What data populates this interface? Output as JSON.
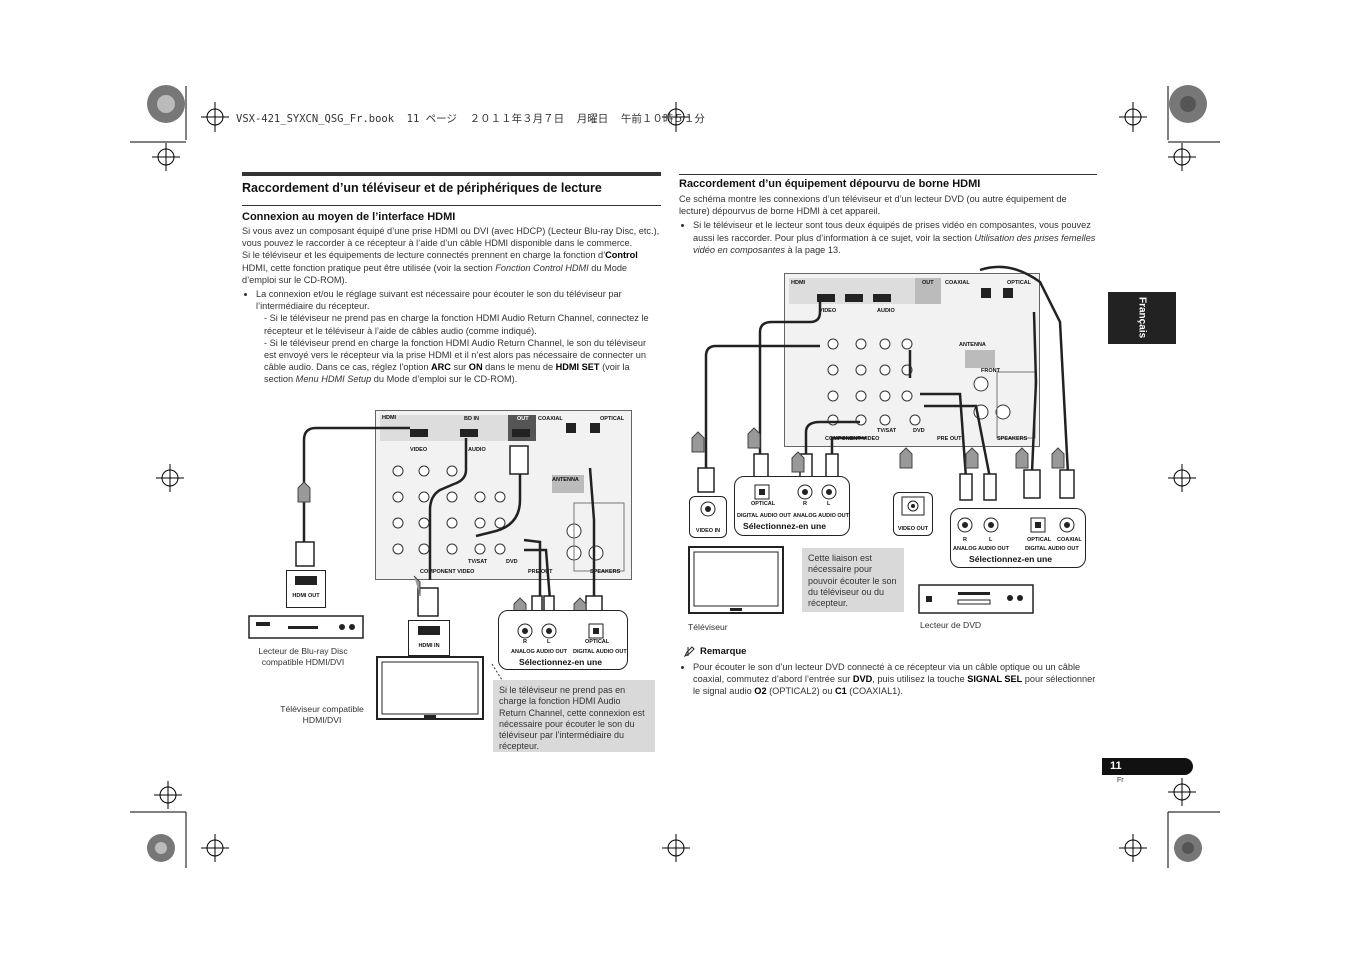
{
  "header": {
    "book_line": "VSX-421_SYXCN_QSG_Fr.book  11 ページ  ２０１１年３月７日  月曜日  午前１０時５１分"
  },
  "side_tab": {
    "label": "Français"
  },
  "footer": {
    "page_number": "11",
    "lang_code": "Fr"
  },
  "left": {
    "section_title": "Raccordement d’un téléviseur et de périphériques de lecture",
    "sub_title": "Connexion au moyen de l’interface HDMI",
    "para1": "Si vous avez un composant équipé d’une prise HDMI ou DVI (avec HDCP) (Lecteur Blu-ray Disc, etc.), vous pouvez le raccorder à ce récepteur à l’aide d’un câble HDMI disponible dans le commerce.",
    "para2_a": "Si le téléviseur et les équipements de lecture connectés prennent en charge la fonction d’",
    "para2_bold": "Control",
    "para2_b": " HDMI, cette fonction pratique peut être utilisée (voir la section ",
    "para2_italic": "Fonction Control HDMI",
    "para2_c": " du Mode d’emploi sur le CD-ROM).",
    "bullet1": "La connexion et/ou le réglage suivant est nécessaire pour écouter le son du téléviseur par l’intermédiaire du récepteur.",
    "dash1": "- Si le téléviseur ne prend pas en charge la fonction HDMI Audio Return Channel, connectez le récepteur et le téléviseur à l’aide de câbles audio (comme indiqué).",
    "dash2_a": "- Si le téléviseur prend en charge la fonction HDMI Audio Return Channel, le son du téléviseur est envoyé vers le récepteur via la prise HDMI et il n’est alors pas nécessaire de connecter un câble audio. Dans ce cas, réglez l’option ",
    "dash2_b1": "ARC",
    "dash2_b": " sur ",
    "dash2_b2": "ON",
    "dash2_c": " dans le menu de ",
    "dash2_b3": "HDMI SET",
    "dash2_d": " (voir la section ",
    "dash2_i": "Menu HDMI Setup",
    "dash2_e": " du Mode d’emploi sur le CD-ROM).",
    "diagram": {
      "hdmi_out": "HDMI OUT",
      "hdmi_in": "HDMI IN",
      "analog_out": "ANALOG AUDIO OUT",
      "digital_out": "DIGITAL AUDIO OUT",
      "optical": "OPTICAL",
      "r": "R",
      "l": "L",
      "select_one": "Sélectionnez-en une",
      "bluray_caption": "Lecteur de Blu-ray Disc compatible HDMI/DVI",
      "tv_caption": "Téléviseur compatible HDMI/DVI",
      "note": "Si le téléviseur ne prend pas en charge la fonction HDMI Audio Return Channel, cette connexion est nécessaire pour écouter le son du téléviseur par l’intermédiaire du récepteur.",
      "panel_hdmi": "HDMI",
      "panel_video": "VIDEO",
      "panel_audio": "AUDIO",
      "panel_coaxial": "COAXIAL",
      "panel_optical": "OPTICAL",
      "panel_antenna": "ANTENNA",
      "panel_component": "COMPONENT VIDEO",
      "panel_preout": "PRE OUT",
      "panel_speakers": "SPEAKERS",
      "panel_out": "OUT",
      "panel_tvsat": "TV/SAT",
      "panel_dvd": "DVD",
      "panel_bdin": "BD IN"
    }
  },
  "right": {
    "section_title": "Raccordement d’un équipement dépourvu de borne HDMI",
    "para1": "Ce schéma montre les connexions d’un téléviseur et d’un lecteur DVD (ou autre équipement de lecture) dépourvus de borne HDMI à cet appareil.",
    "bullet1_a": "Si le téléviseur et le lecteur sont tous deux équipés de prises vidéo en composantes, vous pouvez aussi les raccorder. Pour plus d’information à ce sujet, voir la section ",
    "bullet1_i": "Utilisation des prises femelles vidéo en composantes",
    "bullet1_b": " à la page 13.",
    "diagram": {
      "video_in": "VIDEO IN",
      "video_out": "VIDEO OUT",
      "optical": "OPTICAL",
      "coaxial": "COAXIAL",
      "digital_out": "DIGITAL AUDIO OUT",
      "analog_out": "ANALOG AUDIO OUT",
      "r": "R",
      "l": "L",
      "select_one_a": "Sélectionnez-en une",
      "select_one_b": "Sélectionnez-en une",
      "note": "Cette liaison est nécessaire pour pouvoir écouter le son du téléviseur ou du récepteur.",
      "tv_caption": "Téléviseur",
      "dvd_caption": "Lecteur de DVD",
      "panel_hdmi": "HDMI",
      "panel_video": "VIDEO",
      "panel_audio": "AUDIO",
      "panel_coaxial": "COAXIAL",
      "panel_optical": "OPTICAL",
      "panel_antenna": "ANTENNA",
      "panel_component": "COMPONENT VIDEO",
      "panel_preout": "PRE OUT",
      "panel_speakers": "SPEAKERS",
      "panel_out": "OUT",
      "panel_front": "FRONT",
      "panel_tvsat": "TV/SAT",
      "panel_dvd": "DVD"
    },
    "remark_title": "Remarque",
    "remark_a": "Pour écouter le son d’un lecteur DVD connecté à ce récepteur via un câble optique ou un câble coaxial, commutez d’abord l’entrée sur ",
    "remark_b1": "DVD",
    "remark_b": ", puis utilisez la touche ",
    "remark_b2": "SIGNAL SEL",
    "remark_c": " pour sélectionner le signal audio ",
    "remark_b3": "O2",
    "remark_d": " (OPTICAL2) ou ",
    "remark_b4": "C1",
    "remark_e": " (COAXIAL1)."
  }
}
